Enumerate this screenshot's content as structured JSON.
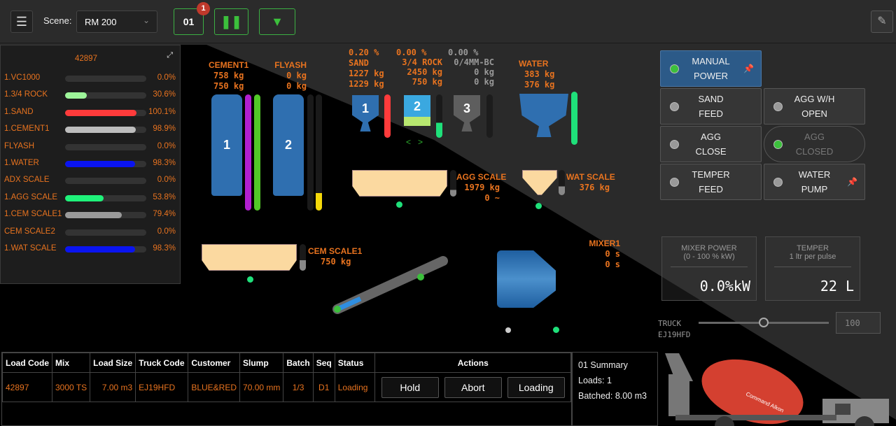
{
  "toolbar": {
    "scene_label": "Scene:",
    "scene_value": "RM 200",
    "queue_label": "01",
    "queue_badge": "1"
  },
  "left_panel": {
    "title": "42897",
    "rows": [
      {
        "label": "1.VC1000",
        "pct": 0.0,
        "value": "0.0%",
        "color": "#555555"
      },
      {
        "label": "1.3/4 ROCK",
        "pct": 30.6,
        "value": "30.6%",
        "color": "#9ef59a"
      },
      {
        "label": "1.SAND",
        "pct": 100.1,
        "value": "100.1%",
        "color": "#ff3b3b"
      },
      {
        "label": "1.CEMENT1",
        "pct": 98.9,
        "value": "98.9%",
        "color": "#bdbdbd"
      },
      {
        "label": "FLYASH",
        "pct": 0.0,
        "value": "0.0%",
        "color": "#555555"
      },
      {
        "label": "1.WATER",
        "pct": 98.3,
        "value": "98.3%",
        "color": "#0a14f0"
      },
      {
        "label": "ADX SCALE",
        "pct": 0.0,
        "value": "0.0%",
        "color": "#555555"
      },
      {
        "label": "1.AGG SCALE",
        "pct": 53.8,
        "value": "53.8%",
        "color": "#1ff27a"
      },
      {
        "label": "1.CEM SCALE1",
        "pct": 79.4,
        "value": "79.4%",
        "color": "#9a9a9a"
      },
      {
        "label": "CEM SCALE2",
        "pct": 0.0,
        "value": "0.0%",
        "color": "#555555"
      },
      {
        "label": "1.WAT SCALE",
        "pct": 98.3,
        "value": "98.3%",
        "color": "#0a14f0"
      }
    ]
  },
  "plant": {
    "cement1": {
      "name": "CEMENT1",
      "target": "758 kg",
      "actual": "750 kg",
      "num": "1"
    },
    "flyash": {
      "name": "FLYASH",
      "target": "0 kg",
      "actual": "0 kg",
      "num": "2"
    },
    "sand": {
      "moisture": "0.20 %",
      "name": "SAND",
      "target": "1227 kg",
      "actual": "1229 kg",
      "num": "1"
    },
    "rock": {
      "moisture": "0.00 %",
      "name": "3/4 ROCK",
      "target": "2450 kg",
      "actual": "750 kg",
      "num": "2"
    },
    "bc": {
      "moisture": "0.00 %",
      "name": "0/4MM-BC",
      "target": "0 kg",
      "actual": "0 kg",
      "num": "3"
    },
    "water": {
      "name": "WATER",
      "target": "383 kg",
      "actual": "376 kg"
    },
    "agg_scale": {
      "name": "AGG SCALE",
      "weight": "1979 kg",
      "extra": "0 ~"
    },
    "wat_scale": {
      "name": "WAT SCALE",
      "weight": "376 kg"
    },
    "cem_scale": {
      "name": "CEM SCALE1",
      "weight": "750 kg"
    },
    "mixer": {
      "name": "MIXER1",
      "t1": "0 s",
      "t2": "0 s"
    },
    "nav": {
      "prev": "<",
      "next": ">"
    }
  },
  "controls": [
    {
      "line1": "MANUAL",
      "line2": "POWER",
      "on": true,
      "pinned": true
    },
    {
      "line1": "SAND",
      "line2": "FEED",
      "on": false
    },
    {
      "line1": "AGG W/H",
      "line2": "OPEN",
      "on": false
    },
    {
      "line1": "AGG",
      "line2": "CLOSE",
      "on": false
    },
    {
      "line1": "AGG",
      "line2": "CLOSED",
      "on": true
    },
    {
      "line1": "TEMPER",
      "line2": "FEED",
      "on": false
    },
    {
      "line1": "WATER",
      "line2": "PUMP",
      "on": false,
      "pinned": true
    }
  ],
  "mixer_power": {
    "title": "MIXER POWER",
    "sub": "(0 - 100 % kW)",
    "value": "0.0%kW"
  },
  "temper": {
    "title": "TEMPER",
    "sub": "1 ltr per pulse",
    "value": "22 L"
  },
  "truck": {
    "label": "TRUCK",
    "code": "EJ19HFD",
    "slider_pct": 50,
    "input_value": "100",
    "drum_text_1": "Command",
    "drum_text_2": "Alkon"
  },
  "table": {
    "headers": [
      "Load Code",
      "Mix",
      "Load Size",
      "Truck Code",
      "Customer",
      "Slump",
      "Batch",
      "Seq",
      "Status",
      "Actions"
    ],
    "row": [
      "42897",
      "3000 TS",
      "7.00 m3",
      "EJ19HFD",
      "BLUE&RED",
      "70.00 mm",
      "1/3",
      "D1",
      "Loading"
    ],
    "actions": [
      "Hold",
      "Abort",
      "Loading"
    ]
  },
  "summary": {
    "title": "01 Summary",
    "loads": "Loads: 1",
    "batched": "Batched: 8.00 m3"
  }
}
